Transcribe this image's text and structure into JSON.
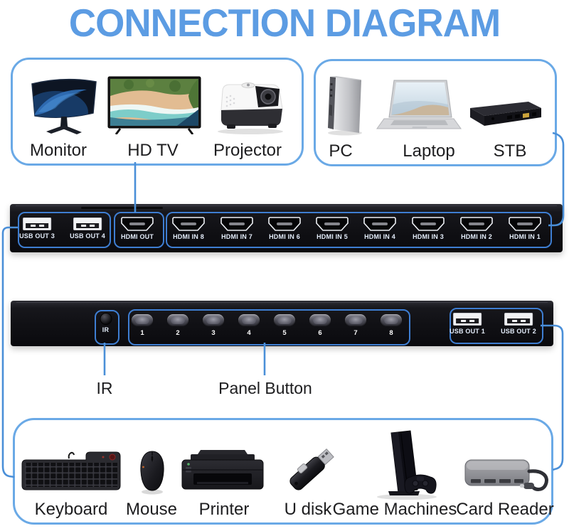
{
  "title": "CONNECTION DIAGRAM",
  "colors": {
    "title_blue": "#5c9ce3",
    "connector_blue": "#4a8fd8",
    "group_box_border": "#6aa9e6",
    "port_group_border": "#3e7ed2",
    "panel_black": "#101014",
    "device_label_text": "#1d1d1f",
    "port_label_text": "#e4edfb"
  },
  "display_group": {
    "items": [
      {
        "label": "Monitor"
      },
      {
        "label": "HD TV"
      },
      {
        "label": "Projector"
      }
    ]
  },
  "source_group": {
    "items": [
      {
        "label": "PC"
      },
      {
        "label": "Laptop"
      },
      {
        "label": "STB"
      }
    ]
  },
  "rear_panel": {
    "usb_out_ports": [
      {
        "label": "USB OUT 3"
      },
      {
        "label": "USB OUT 4"
      }
    ],
    "hdmi_out": {
      "label": "HDMI OUT"
    },
    "hdmi_in_ports": [
      {
        "label": "HDMI IN 8"
      },
      {
        "label": "HDMI IN 7"
      },
      {
        "label": "HDMI IN 6"
      },
      {
        "label": "HDMI IN 5"
      },
      {
        "label": "HDMI IN 4"
      },
      {
        "label": "HDMI IN 3"
      },
      {
        "label": "HDMI IN 2"
      },
      {
        "label": "HDMI IN 1"
      }
    ]
  },
  "front_panel": {
    "ir_sensor": {
      "label": "IR"
    },
    "panel_buttons": [
      {
        "label": "1"
      },
      {
        "label": "2"
      },
      {
        "label": "3"
      },
      {
        "label": "4"
      },
      {
        "label": "5"
      },
      {
        "label": "6"
      },
      {
        "label": "7"
      },
      {
        "label": "8"
      }
    ],
    "usb_out_ports": [
      {
        "label": "USB OUT 1"
      },
      {
        "label": "USB OUT 2"
      }
    ]
  },
  "callouts": {
    "ir": "IR",
    "panel_button": "Panel Button"
  },
  "peripheral_group": {
    "items": [
      {
        "label": "Keyboard"
      },
      {
        "label": "Mouse"
      },
      {
        "label": "Printer"
      },
      {
        "label": "U disk"
      },
      {
        "label": "Game Machines"
      },
      {
        "label": "Card Reader"
      }
    ]
  }
}
